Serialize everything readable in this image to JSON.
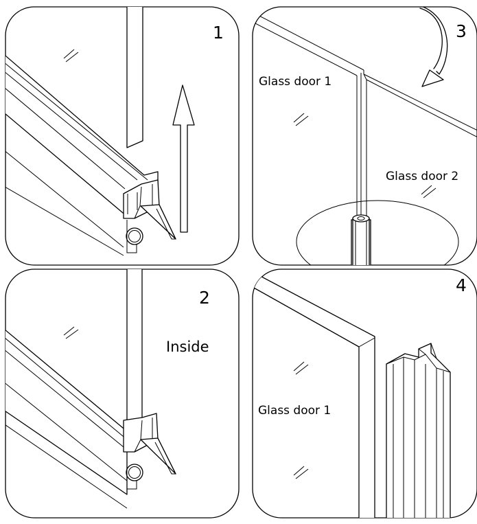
{
  "panels": [
    {
      "step": "1",
      "labels": []
    },
    {
      "step": "2",
      "labels": [
        "Inside"
      ]
    },
    {
      "step": "3",
      "labels": [
        "Glass door 1",
        "Glass door 2"
      ]
    },
    {
      "step": "4",
      "labels": [
        "Glass door 1"
      ]
    }
  ]
}
